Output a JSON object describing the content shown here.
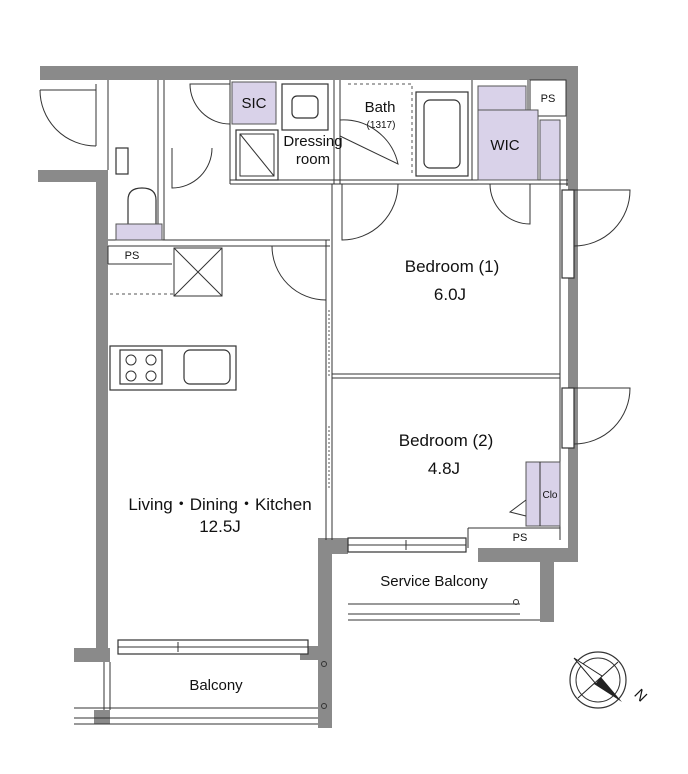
{
  "rooms": {
    "sic": "SIC",
    "bath": "Bath",
    "bath_size": "(1317)",
    "dressing_line1": "Dressing",
    "dressing_line2": "room",
    "ps_top": "PS",
    "wic": "WIC",
    "ps_toilet": "PS",
    "bedroom1": "Bedroom (1)",
    "bedroom1_size": "6.0J",
    "bedroom2": "Bedroom (2)",
    "bedroom2_size": "4.8J",
    "clo": "Clo",
    "ps_bottom": "PS",
    "ldk": "Living・Dining・Kitchen",
    "ldk_size": "12.5J",
    "service_balcony": "Service Balcony",
    "balcony": "Balcony"
  },
  "compass": {
    "label": "N"
  }
}
